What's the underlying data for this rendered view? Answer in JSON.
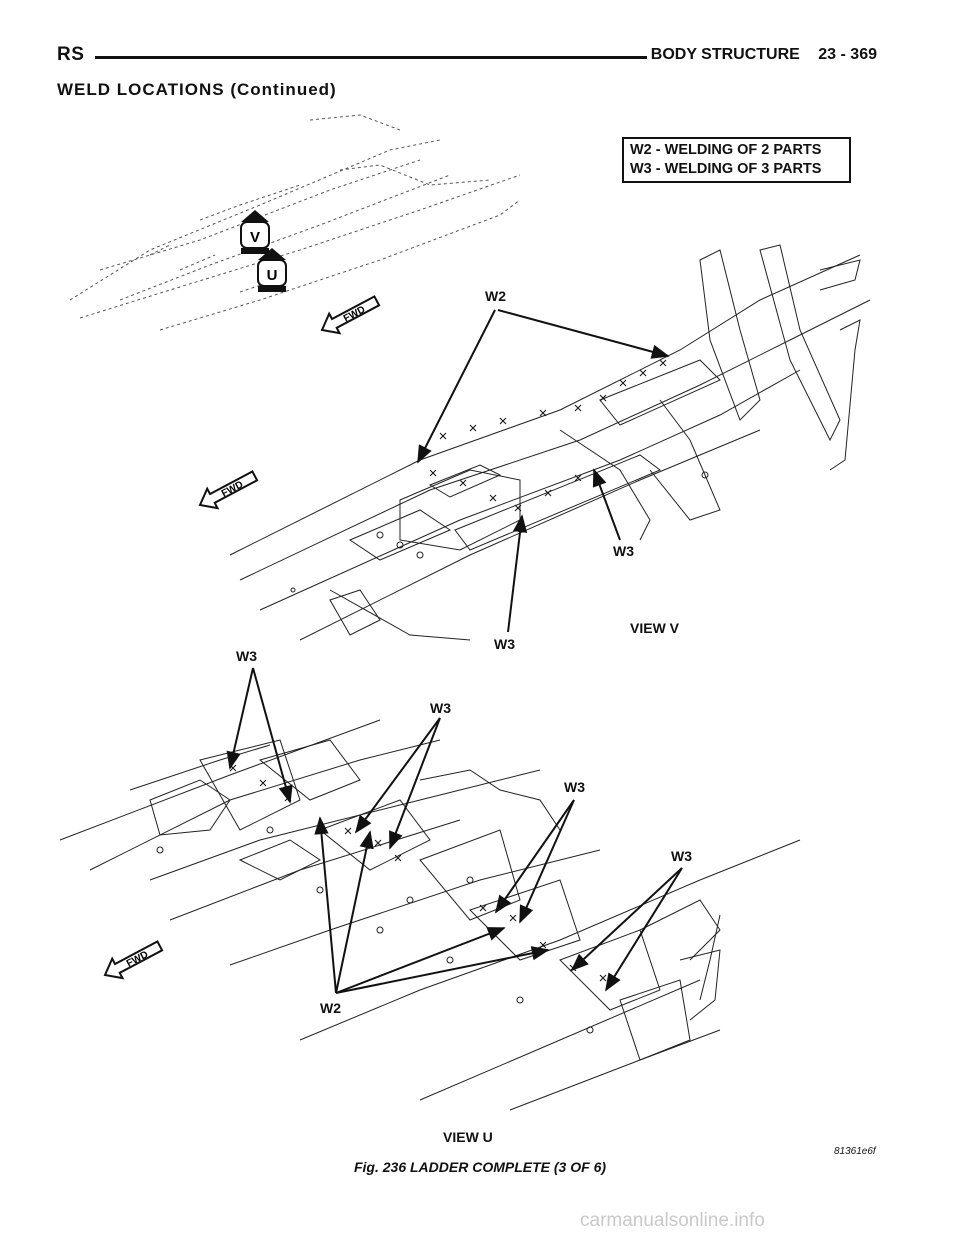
{
  "header": {
    "code": "RS",
    "section": "BODY STRUCTURE",
    "page": "23 - 369"
  },
  "section_title": "WELD LOCATIONS (Continued)",
  "legend": {
    "line1": "W2 - WELDING OF 2 PARTS",
    "line2": "W3 - WELDING OF 3 PARTS"
  },
  "figure": {
    "view_markers": [
      "V",
      "U"
    ],
    "fwd": "FWD",
    "view_v_label": "VIEW V",
    "view_u_label": "VIEW U",
    "w2": "W2",
    "w3": "W3",
    "part_code": "81361e6f"
  },
  "caption": "Fig. 236 LADDER COMPLETE (3 OF 6)",
  "watermark": "carmanualsonline.info"
}
